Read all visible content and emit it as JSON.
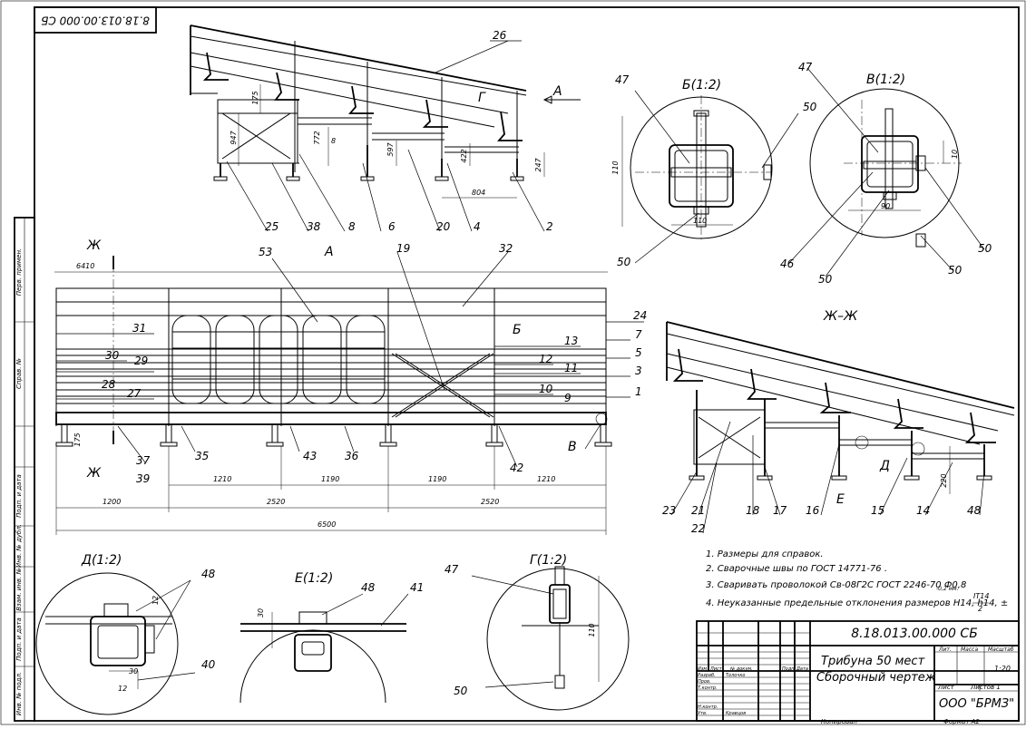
{
  "doc": {
    "stamp_top": "8.18.013.00.000 СБ",
    "designation": "8.18.013.00.000 СБ",
    "title_line1": "Трибуна 50 мест",
    "title_line2": "Сборочный чертеж",
    "company": "ООО \"БРМЗ\"",
    "scale": "1:20",
    "sheet": "Листов   1",
    "copied": "Копировал",
    "format": "Формат    А2"
  },
  "title_block": {
    "hdr": [
      "Изм",
      "Лист",
      "№ докум.",
      "Подп.",
      "Дата"
    ],
    "roles": [
      "Разраб.",
      "Пров.",
      "Т.контр.",
      "Н.контр.",
      "Утв."
    ],
    "names": [
      "Толочко",
      "Кравцов"
    ],
    "cols": [
      "Лит.",
      "Масса",
      "Масштаб"
    ],
    "sheet_label": "Лист"
  },
  "side_strip": [
    "Перв. примен.",
    "Справ. №",
    "Подп. и дата",
    "Инв. № дубл.",
    "Взам. инв. №",
    "Подп. и дата",
    "Инв. № подл."
  ],
  "notes": [
    "1. Размеры для справок.",
    "2. Сварочные швы по ГОСТ 14771-76 .",
    "3. Сваривать проволокой Св-08Г2С ГОСТ 2246-70 Ф0,8",
    "4. Неуказанные предельные отклонения размеров  H14, h14, ±"
  ],
  "notes_extra": {
    "mm": "-0,2 мм.",
    "it_num": "IT14",
    "it_den": "2"
  },
  "views": {
    "side": {
      "dims": [
        "175",
        "947",
        "772",
        "8",
        "597",
        "422",
        "247",
        "804"
      ],
      "letter_g": "Г",
      "arrow_a": "А"
    },
    "front": {
      "title": "А",
      "cut": "Ж",
      "overall_width": "6410",
      "dims_top": [
        "1210",
        "1190",
        "1190",
        "1210"
      ],
      "dims_mid": [
        "1200",
        "2520",
        "2520"
      ],
      "total": "6500",
      "h175": "175",
      "mark_b": "Б",
      "mark_v": "В"
    },
    "section_zh": {
      "title": "Ж–Ж",
      "dim": "220",
      "mark_d": "Д",
      "mark_e": "Е"
    },
    "detail_b": {
      "title": "Б(1:2)",
      "d110v": "110",
      "d110h": "110"
    },
    "detail_v": {
      "title": "В(1:2)",
      "d10": "10",
      "d90": "90"
    },
    "detail_d": {
      "title": "Д(1:2)",
      "d12": "12",
      "d30": "30",
      "d12b": "12"
    },
    "detail_e": {
      "title": "Е(1:2)",
      "d30": "30"
    },
    "detail_g": {
      "title": "Г(1:2)",
      "d110": "110"
    }
  },
  "callouts": {
    "side": [
      "26",
      "25",
      "38",
      "8",
      "6",
      "20",
      "4",
      "2"
    ],
    "front": [
      "53",
      "19",
      "32",
      "31",
      "30",
      "29",
      "28",
      "27",
      "13",
      "12",
      "11",
      "10",
      "9",
      "24",
      "7",
      "5",
      "3",
      "1",
      "35",
      "43",
      "36",
      "42",
      "37",
      "39"
    ],
    "section": [
      "23",
      "21",
      "22",
      "18",
      "17",
      "16",
      "15",
      "14",
      "48"
    ],
    "detail_b": [
      "47",
      "50",
      "50"
    ],
    "detail_v": [
      "47",
      "46",
      "50",
      "50",
      "50"
    ],
    "detail_d": [
      "48",
      "40"
    ],
    "detail_e": [
      "48",
      "41"
    ],
    "detail_g": [
      "47",
      "50"
    ]
  }
}
